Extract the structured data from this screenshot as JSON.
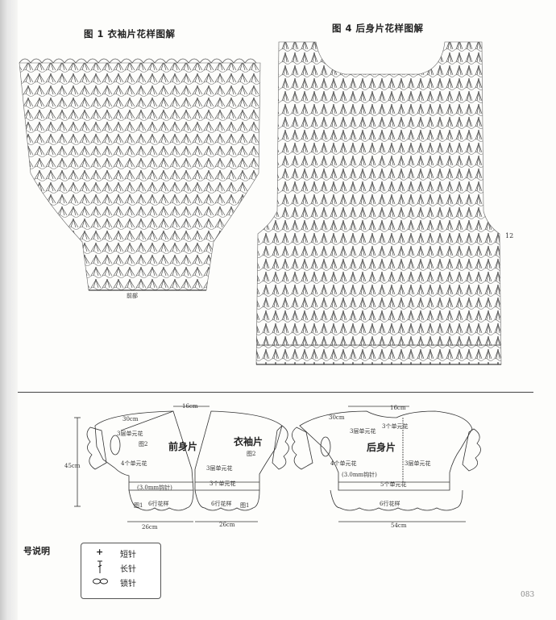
{
  "figures": {
    "fig1_title": "图 1 衣袖片花样图解",
    "fig4_title": "图 4 后身片花样图解",
    "fig1_bottom_label": "前部",
    "fig4_side_mark": "12"
  },
  "schematics": {
    "left": {
      "top_width": "16cm",
      "shoulder": "30cm",
      "height": "45cm",
      "piece_front": "前身片",
      "piece_sleeve": "衣袖片",
      "fig2_a": "图2",
      "fig2_b": "图2",
      "motif_4": "4个单元花",
      "motif_3layer": "3层单元花",
      "motif_3layer_b": "3层单元花",
      "motif_3": "3个单元花",
      "hook": "(3.0mm钩针)",
      "rows_a": "6行花样",
      "rows_b": "6行花样",
      "fig1_a": "图1",
      "fig1_b": "图1",
      "bottom_a": "26cm",
      "bottom_b": "26cm"
    },
    "right": {
      "top_width": "16cm",
      "shoulder": "30cm",
      "piece_back": "后身片",
      "motif_3layer": "3层单元花",
      "motif_3": "3个单元花",
      "motif_4": "4个单元花",
      "motif_3layer_b": "3层单元花",
      "hook": "(3.0mm钩针)",
      "motif_5": "5个单元花",
      "rows": "6行花样",
      "bottom": "54cm"
    }
  },
  "legend": {
    "title": "号说明",
    "items": [
      {
        "symbol": "+",
        "label": "短针"
      },
      {
        "symbol": "long",
        "label": "长针"
      },
      {
        "symbol": "chain",
        "label": "锁针"
      }
    ]
  },
  "page_number": "083"
}
